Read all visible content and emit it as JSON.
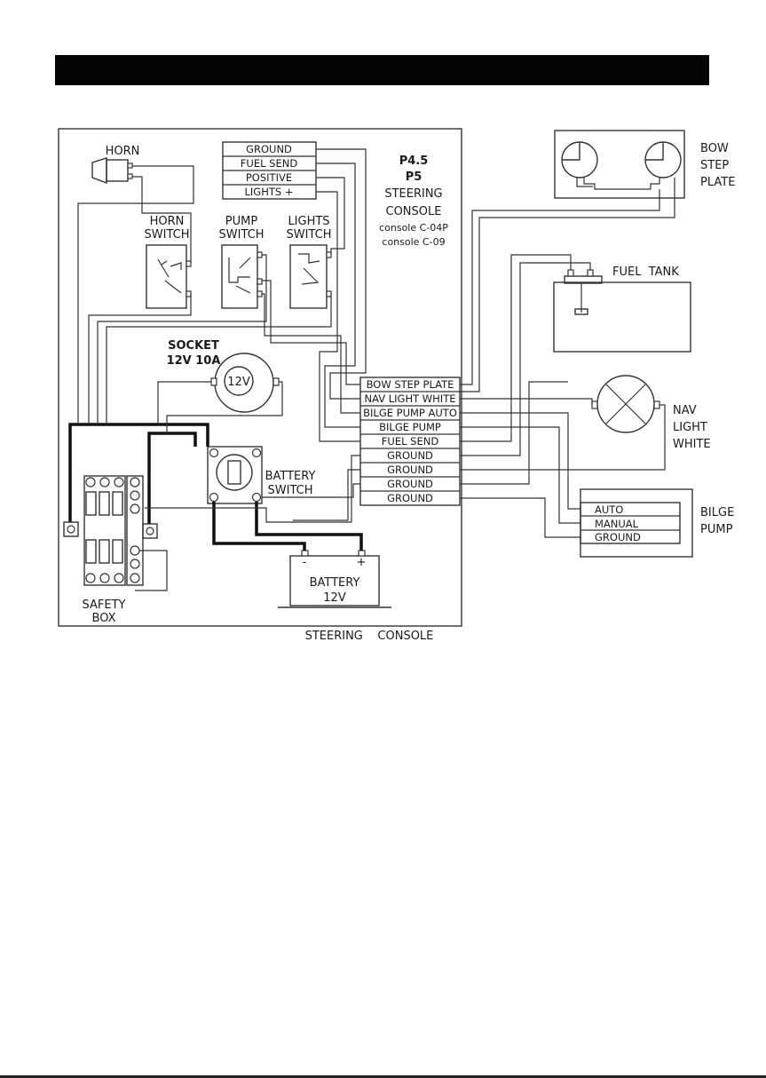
{
  "header": {
    "bar_color": "#050505"
  },
  "console": {
    "model": "P4.5",
    "model2": "P5",
    "title_line1": "STEERING",
    "title_line2": "CONSOLE",
    "variant1": "console C-04P",
    "variant2": "console C-09",
    "footer": "STEERING    CONSOLE"
  },
  "labels": {
    "horn": "HORN",
    "horn_switch_1": "HORN",
    "horn_switch_2": "SWITCH",
    "pump_switch_1": "PUMP",
    "pump_switch_2": "SWITCH",
    "lights_switch_1": "LIGHTS",
    "lights_switch_2": "SWITCH",
    "socket_1": "SOCKET",
    "socket_2": "12V 10A",
    "socket_face": "12V",
    "battery_switch_1": "BATTERY",
    "battery_switch_2": "SWITCH",
    "battery_1": "BATTERY",
    "battery_2": "12V",
    "battery_minus": "-",
    "battery_plus": "+",
    "safety_box_1": "SAFETY",
    "safety_box_2": "BOX",
    "bow_1": "BOW",
    "bow_2": "STEP",
    "bow_3": "PLATE",
    "fuel_tank": "FUEL  TANK",
    "nav_1": "NAV",
    "nav_2": "LIGHT",
    "nav_3": "WHITE",
    "bilge_1": "BILGE",
    "bilge_2": "PUMP"
  },
  "top_connector": [
    "GROUND",
    "FUEL SEND",
    "POSITIVE",
    "LIGHTS +"
  ],
  "terminal_strip": [
    "BOW STEP PLATE",
    "NAV LIGHT WHITE",
    "BILGE PUMP AUTO",
    "BILGE PUMP",
    "FUEL SEND",
    "GROUND",
    "GROUND",
    "GROUND",
    "GROUND"
  ],
  "bilge_connector": [
    "AUTO",
    "MANUAL",
    "GROUND"
  ]
}
